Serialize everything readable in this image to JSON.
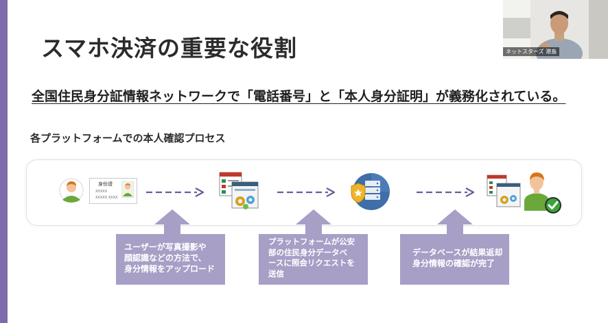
{
  "slide": {
    "title": "スマホ決済の重要な役割",
    "headline": "全国住民身分証情報ネットワークで「電話番号」と「本人身分証明」が義務化されている。",
    "section_label": "各プラットフォームでの本人確認プロセス"
  },
  "id_card": {
    "title": "身份證",
    "line1": "XXXXX",
    "line2": "XXXXX XXXX"
  },
  "callouts": [
    {
      "lines": [
        "ユーザーが写真撮影や",
        "顔認識などの方法で、",
        "身分情報をアップロード"
      ]
    },
    {
      "lines": [
        "プラットフォームが公安",
        "部の住民身分データベ",
        "ースに照会リクエストを",
        "送信"
      ]
    },
    {
      "lines": [
        "データベースが結果返却",
        "身分情報の確認が完了"
      ]
    }
  ],
  "webcam": {
    "name_label": "ネットスターズ 港島"
  },
  "colors": {
    "accent_purple": "#7f6bab",
    "callout_fill": "#a79fc6",
    "arrow": "#6b5b9a",
    "user_green": "#6aa83a",
    "check_green": "#3aa33a"
  },
  "icons": {
    "user": "user-avatar-icon",
    "id_card": "id-card-icon",
    "platform": "platform-windows-gear-icon",
    "database": "police-database-icon",
    "verified_user": "verified-user-icon",
    "check": "check-circle-icon"
  }
}
